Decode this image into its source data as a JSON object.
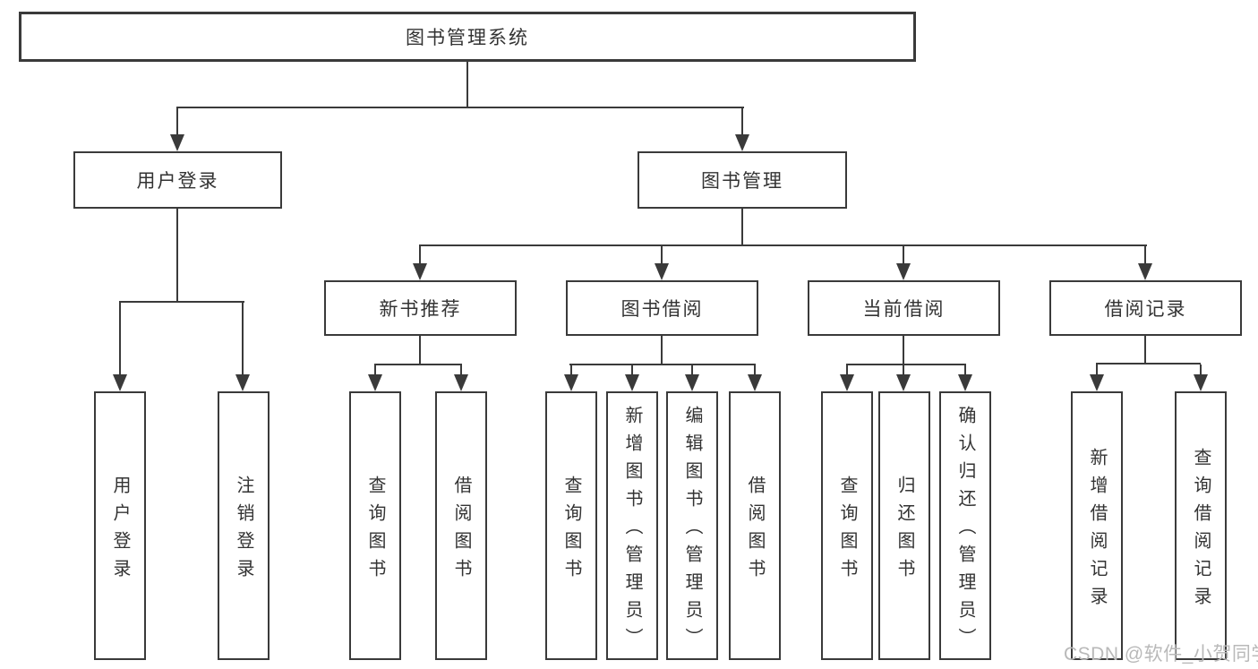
{
  "diagram": {
    "root": {
      "label": "图书管理系统"
    },
    "level2": [
      {
        "id": "user-login",
        "label": "用户登录"
      },
      {
        "id": "book-management",
        "label": "图书管理"
      }
    ],
    "level3": [
      {
        "id": "new-book-recommend",
        "label": "新书推荐"
      },
      {
        "id": "book-borrowing",
        "label": "图书借阅"
      },
      {
        "id": "current-borrowing",
        "label": "当前借阅"
      },
      {
        "id": "borrowing-records",
        "label": "借阅记录"
      }
    ],
    "level4": [
      {
        "parent": "用户登录",
        "label": "用户登录"
      },
      {
        "parent": "用户登录",
        "label": "注销登录"
      },
      {
        "parent": "新书推荐",
        "label": "查询图书"
      },
      {
        "parent": "新书推荐",
        "label": "借阅图书"
      },
      {
        "parent": "图书借阅",
        "label": "查询图书"
      },
      {
        "parent": "图书借阅",
        "label": "新增图书（管理员）"
      },
      {
        "parent": "图书借阅",
        "label": "编辑图书（管理员）"
      },
      {
        "parent": "图书借阅",
        "label": "借阅图书"
      },
      {
        "parent": "当前借阅",
        "label": "查询图书"
      },
      {
        "parent": "当前借阅",
        "label": "归还图书"
      },
      {
        "parent": "当前借阅",
        "label": "确认归还（管理员）"
      },
      {
        "parent": "借阅记录",
        "label": "新增借阅记录"
      },
      {
        "parent": "借阅记录",
        "label": "查询借阅记录"
      }
    ]
  },
  "watermark": "CSDN @软件_小贺同学",
  "colors": {
    "line": "#3a3a3a",
    "text": "#333333",
    "watermark": "#b9b9b9",
    "background": "#ffffff"
  }
}
